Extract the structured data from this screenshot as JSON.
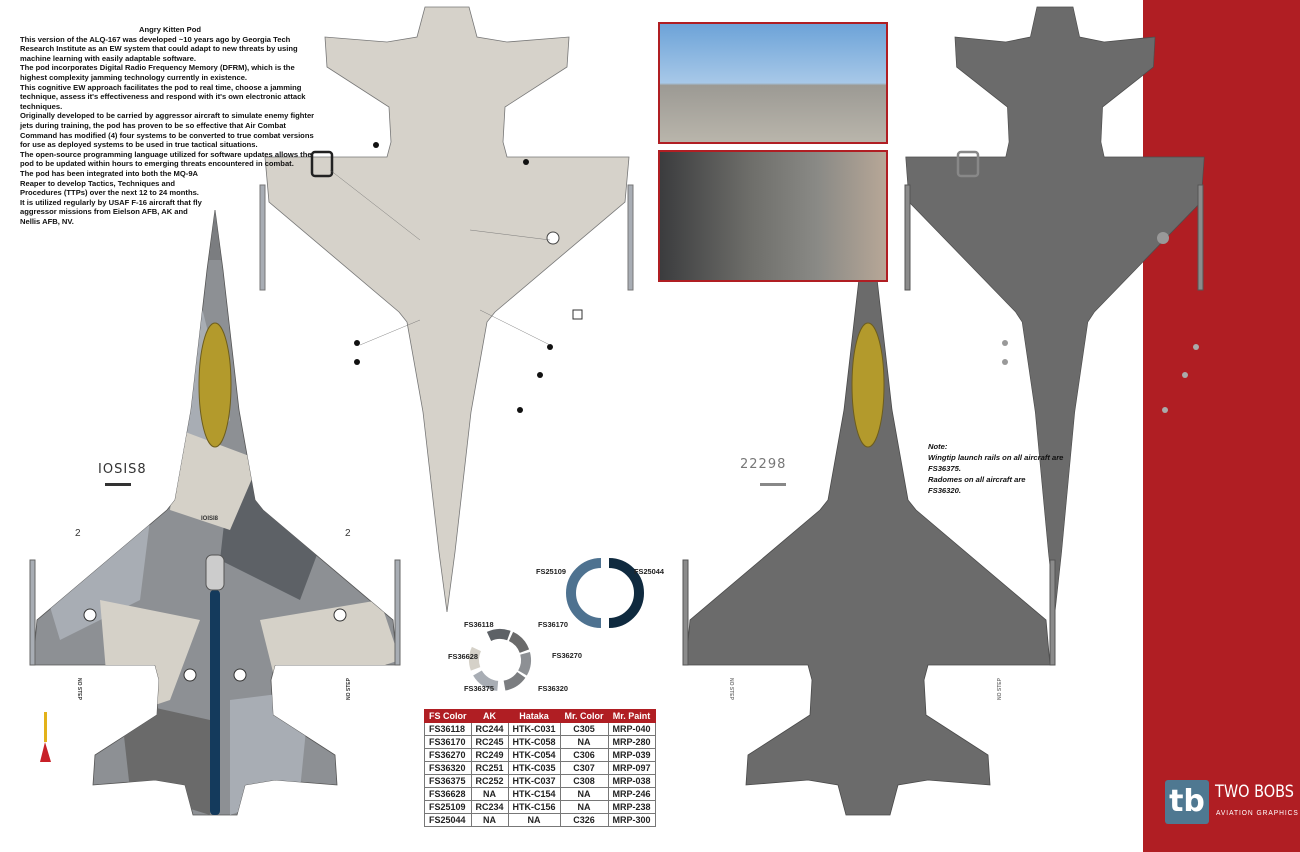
{
  "info": {
    "title": "Angry Kitten Pod",
    "paragraphs": [
      "This version of the ALQ-167 was developed ~10 years ago by Georgia Tech Research Institute as an EW system that could adapt to new threats by using machine learning with easily adaptable software.",
      "The pod incorporates Digital Radio Frequency Memory (DFRM), which is the highest complexity jamming technology currently in existence.",
      "This cognitive EW approach facilitates the pod to real time, choose a jamming technique, assess it's effectiveness and respond with it's own electronic attack techniques.",
      "Originally developed to be carried by aggressor aircraft to simulate enemy fighter jets during training, the pod has proven to be so effective that Air Combat Command has modified (4) four systems to be converted to true combat versions for use as deployed systems to be used in true tactical situations.",
      "The open-source programming language utilized for software updates allows the pod to be updated within hours to emerging threats encountered in combat.",
      "The pod has been integrated into both the MQ-9A Reaper to develop Tactics, Techniques and Procedures (TTPs) over the next 12 to 24 months.",
      "It is utilized regularly by USAF F-16 aircraft that fly aggressor missions from Eielson AFB, AK and Nellis AFB, NV."
    ]
  },
  "note": {
    "heading": "Note:",
    "line1": "Wingtip launch rails on all aircraft are FS36375.",
    "line2": "Radomes on all aircraft are FS36320."
  },
  "serials": {
    "left": "IOSIS8",
    "right": "22298",
    "left_fin": "IOISI8"
  },
  "markings": {
    "two": "2",
    "no_step": "NO STEP"
  },
  "swatches": {
    "pair": [
      {
        "label": "FS25109",
        "color": "#4e7290"
      },
      {
        "label": "FS25044",
        "color": "#0f2a3f"
      }
    ],
    "ring": [
      {
        "label": "FS36118",
        "color": "#5d6166"
      },
      {
        "label": "FS36170",
        "color": "#6a6a6a"
      },
      {
        "label": "FS36270",
        "color": "#8d9094"
      },
      {
        "label": "FS36320",
        "color": "#7b7d80"
      },
      {
        "label": "FS36375",
        "color": "#a8adb4"
      },
      {
        "label": "FS36628",
        "color": "#d5d1c8"
      }
    ]
  },
  "paint_table": {
    "headers": [
      "FS Color",
      "AK",
      "Hataka",
      "Mr. Color",
      "Mr. Paint"
    ],
    "rows": [
      [
        "FS36118",
        "RC244",
        "HTK-C031",
        "C305",
        "MRP-040"
      ],
      [
        "FS36170",
        "RC245",
        "HTK-C058",
        "NA",
        "MRP-280"
      ],
      [
        "FS36270",
        "RC249",
        "HTK-C054",
        "C306",
        "MRP-039"
      ],
      [
        "FS36320",
        "RC251",
        "HTK-C035",
        "C307",
        "MRP-097"
      ],
      [
        "FS36375",
        "RC252",
        "HTK-C037",
        "C308",
        "MRP-038"
      ],
      [
        "FS36628",
        "NA",
        "HTK-C154",
        "NA",
        "MRP-246"
      ],
      [
        "FS25109",
        "RC234",
        "HTK-C156",
        "NA",
        "MRP-238"
      ],
      [
        "FS25044",
        "NA",
        "NA",
        "C326",
        "MRP-300"
      ]
    ]
  },
  "logo": {
    "mark": "tb",
    "name": "TWO BOBS",
    "sub": "AVIATION GRAPHICS"
  },
  "colors": {
    "brand_red": "#b01e23",
    "underside_light": "#d6d2ca",
    "dark_grey": "#6b6b6b"
  }
}
